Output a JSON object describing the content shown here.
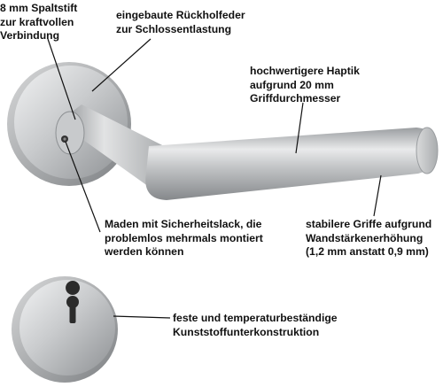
{
  "annotations": {
    "split_pin": [
      "8 mm Spaltstift",
      "zur kraftvollen",
      "Verbindung"
    ],
    "return_spring": [
      "eingebaute Rückholfeder",
      "zur Schlossentlastung"
    ],
    "haptics": [
      "hochwertigere Haptik",
      "aufgrund 20 mm",
      "Griffdurchmesser"
    ],
    "grub_screws": [
      "Maden mit Sicherheitslack, die",
      "problemlos mehrmals montiert",
      "werden können"
    ],
    "stable_grips": [
      "stabilere Griffe aufgrund",
      "Wandstärkenerhöhung",
      "(1,2 mm anstatt 0,9 mm)"
    ],
    "substructure": [
      "feste und temperaturbeständige",
      "Kunststoffunterkonstruktion"
    ]
  },
  "colors": {
    "text": "#111111",
    "leader_line": "#111111",
    "steel_light": "#e6e7e8",
    "steel_mid": "#b9bbbd",
    "steel_dark": "#8a8d90"
  }
}
